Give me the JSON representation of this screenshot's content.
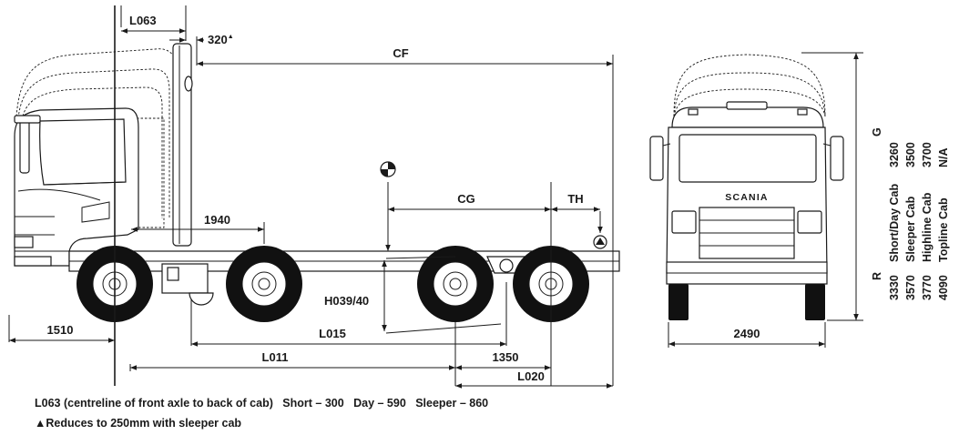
{
  "side_view": {
    "labels": {
      "l063": "L063",
      "d320": "320",
      "cf": "CF",
      "cg": "CG",
      "th": "TH",
      "d1940": "1940",
      "h039": "H039/40",
      "d1510": "1510",
      "l015": "L015",
      "l011": "L011",
      "d1350": "1350",
      "l020": "L020"
    },
    "superscript_mark": "▲"
  },
  "front_view": {
    "logo": "SCANIA",
    "width_label": "2490",
    "table": {
      "header_r": "R",
      "header_g": "G",
      "rows": [
        {
          "r": "3330",
          "cab": "Short/Day Cab",
          "g": "3260"
        },
        {
          "r": "3570",
          "cab": "Sleeper Cab",
          "g": "3500"
        },
        {
          "r": "3770",
          "cab": "Highline Cab",
          "g": "3700"
        },
        {
          "r": "4090",
          "cab": "Topline Cab",
          "g": "N/A"
        }
      ]
    }
  },
  "notes": {
    "line1": "L063 (centreline of front axle to back of cab)   Short – 300   Day – 590   Sleeper – 860",
    "line2": "▲Reduces to 250mm with sleeper cab"
  }
}
